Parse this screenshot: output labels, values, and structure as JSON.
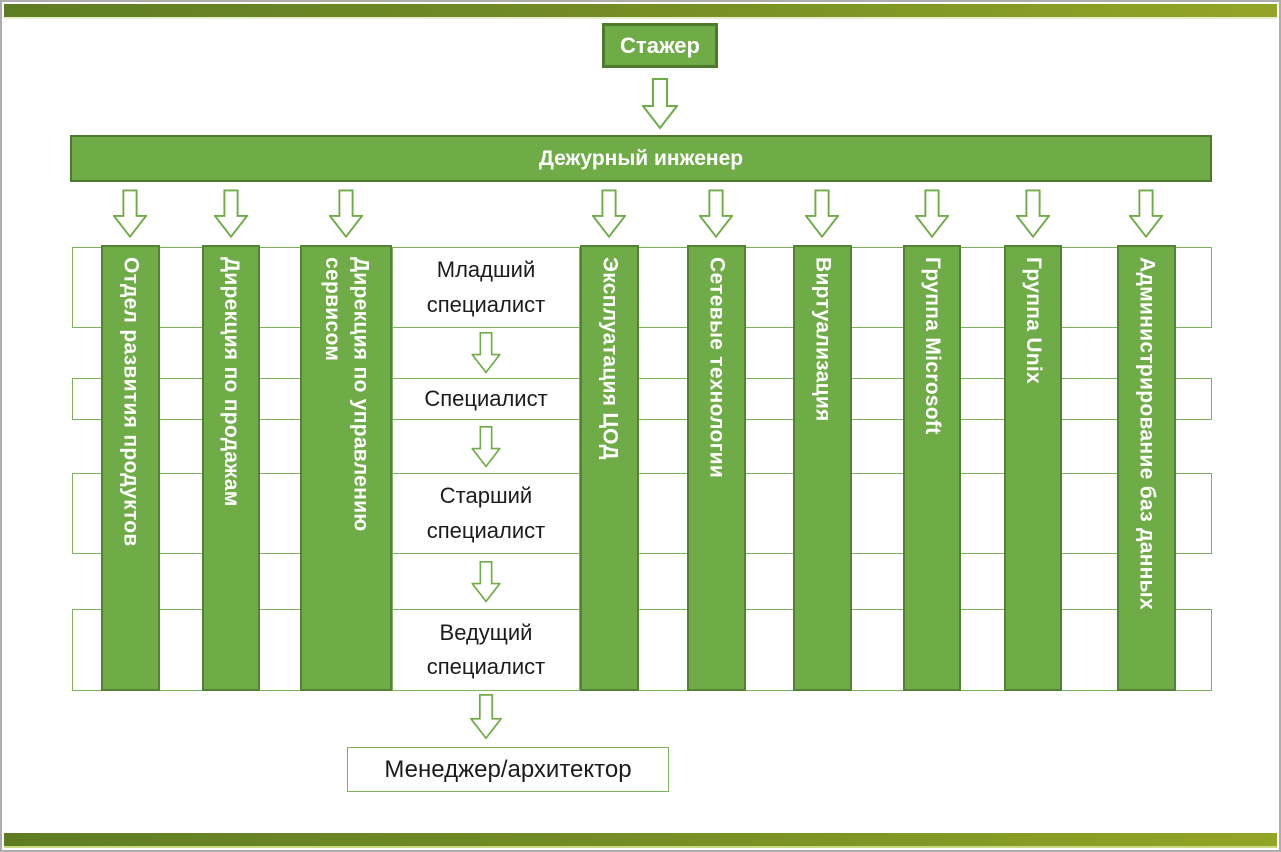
{
  "page": {
    "accent_green": "#6FAC47",
    "accent_green_dark": "#4E7A2E",
    "band_border_green": "#7DB35C",
    "strip_gradient_left": "#5E7D23",
    "strip_gradient_right": "#93A526",
    "frame_gray": "#ADADAD"
  },
  "diagram": {
    "root": {
      "label": "Стажер"
    },
    "duty_engineer": {
      "label": "Дежурный инженер"
    },
    "branches": [
      {
        "label": "Отдел развития продуктов"
      },
      {
        "label": "Дирекция по продажам"
      },
      {
        "label": "Дирекция по управлению\nсервисом"
      },
      {
        "label": "Эксплуатация ЦОД"
      },
      {
        "label": "Сетевые технологии"
      },
      {
        "label": "Виртуализация"
      },
      {
        "label": "Группа Microsoft"
      },
      {
        "label": "Группа Unix"
      },
      {
        "label": "Администрирование баз данных"
      }
    ],
    "ladder": {
      "steps": [
        "Младший специалист",
        "Специалист",
        "Старший специалист",
        "Ведущий специалист"
      ]
    },
    "final": {
      "label": "Менеджер/архитектор"
    }
  }
}
